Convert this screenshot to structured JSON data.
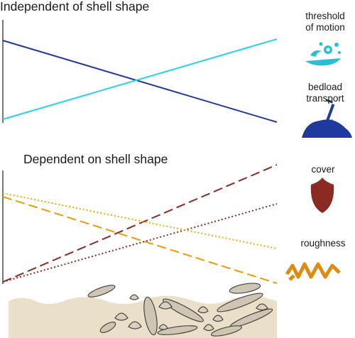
{
  "panels": {
    "top": {
      "title": "Independent of shell shape"
    },
    "bottom": {
      "title": "Dependent on shell shape"
    }
  },
  "legend": [
    {
      "id": "threshold",
      "label": "threshold\nof motion",
      "icon": "water-splash-icon",
      "color": "#2bbfd6"
    },
    {
      "id": "bedload",
      "label": "bedload\ntransport",
      "icon": "shovel-pile-icon",
      "color": "#1f3a9e"
    },
    {
      "id": "cover",
      "label": "cover",
      "icon": "shield-icon",
      "color": "#8b2a22"
    },
    {
      "id": "roughness",
      "label": "roughness",
      "icon": "zigzag-icon",
      "color": "#e08a10"
    }
  ],
  "colors": {
    "threshold": "#29d3e6",
    "bedload": "#1f3a9e",
    "cover": "#8b2a22",
    "roughness": "#f2a900",
    "roughness_dashed": "#f09a00",
    "sediment": "#eadfc8",
    "axis": "#555555"
  }
}
